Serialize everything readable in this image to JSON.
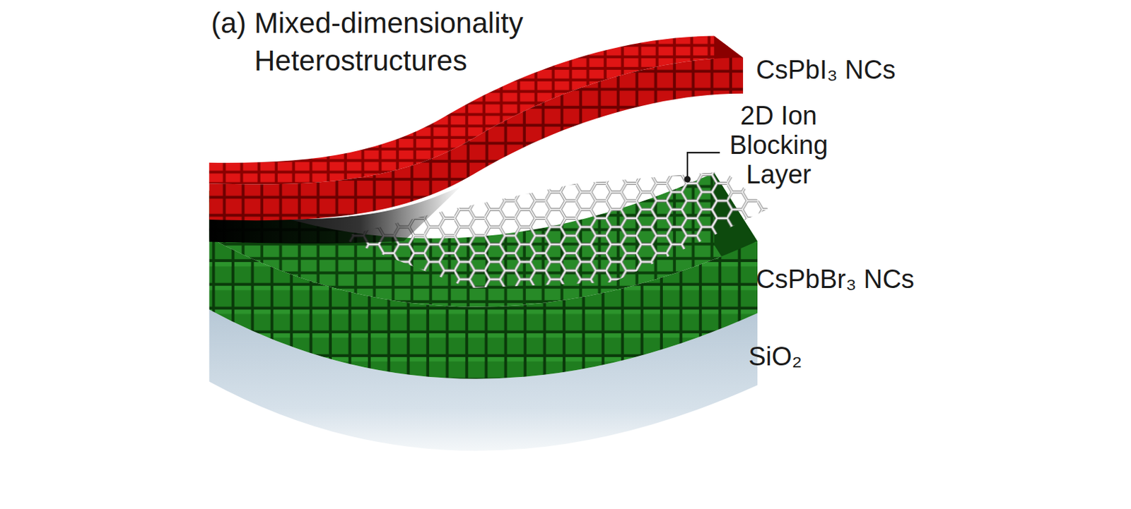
{
  "diagram": {
    "title": "(a) Mixed-dimensionality Heterostructures",
    "labels": [
      "CsPbI₃ NCs",
      "2D Ion Blocking Layer",
      "CsPbBr₃ NCs",
      "SiO₂"
    ]
  }
}
